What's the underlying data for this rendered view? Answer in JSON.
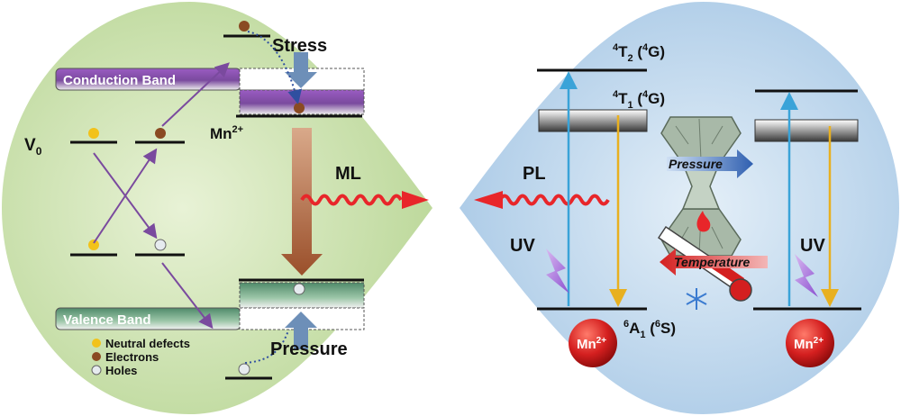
{
  "left": {
    "conduction_band": "Conduction Band",
    "valence_band": "Valence Band",
    "vacancy_symbol": "V",
    "vacancy_sub": "0",
    "stress": "Stress",
    "pressure": "Pressure",
    "mn_label": "Mn",
    "mn_sup": "2+",
    "legend": {
      "neutral_defects": "Neutral defects",
      "electrons": "Electrons",
      "holes": "Holes"
    }
  },
  "center": {
    "ml": "ML",
    "pl": "PL"
  },
  "right": {
    "t2_main": "T",
    "t2_lead_sup": "4",
    "t2_sub": "2",
    "t2_paren_open": " (",
    "t2_paren_sup": "4",
    "t2_paren_close": "G)",
    "t1_main": "T",
    "t1_lead_sup": "4",
    "t1_sub": "1",
    "t1_paren_open": " (",
    "t1_paren_sup": "4",
    "t1_paren_close": "G)",
    "a1_main": "A",
    "a1_lead_sup": "6",
    "a1_sub": "1",
    "a1_paren_open": " (",
    "a1_paren_sup": "6",
    "a1_paren_close": "S)",
    "uv_left": "UV",
    "uv_right": "UV",
    "pressure": "Pressure",
    "temperature": "Temperature",
    "mn_main": "Mn",
    "mn_sup": "2+"
  },
  "colors": {
    "left_bg": "#cfe3b4",
    "right_bg": "#c4dcef",
    "band_purple": "#7a4a9e",
    "electron": "#8a4a22",
    "defect": "#f2c21a",
    "wave_red": "#e8262a",
    "mn_red": "#d41f1f",
    "arrow_blue": "#6d8fb8",
    "arrow_brown": "#a8633c",
    "level_blue": "#3aa3d8",
    "level_yellow": "#e8b020"
  }
}
